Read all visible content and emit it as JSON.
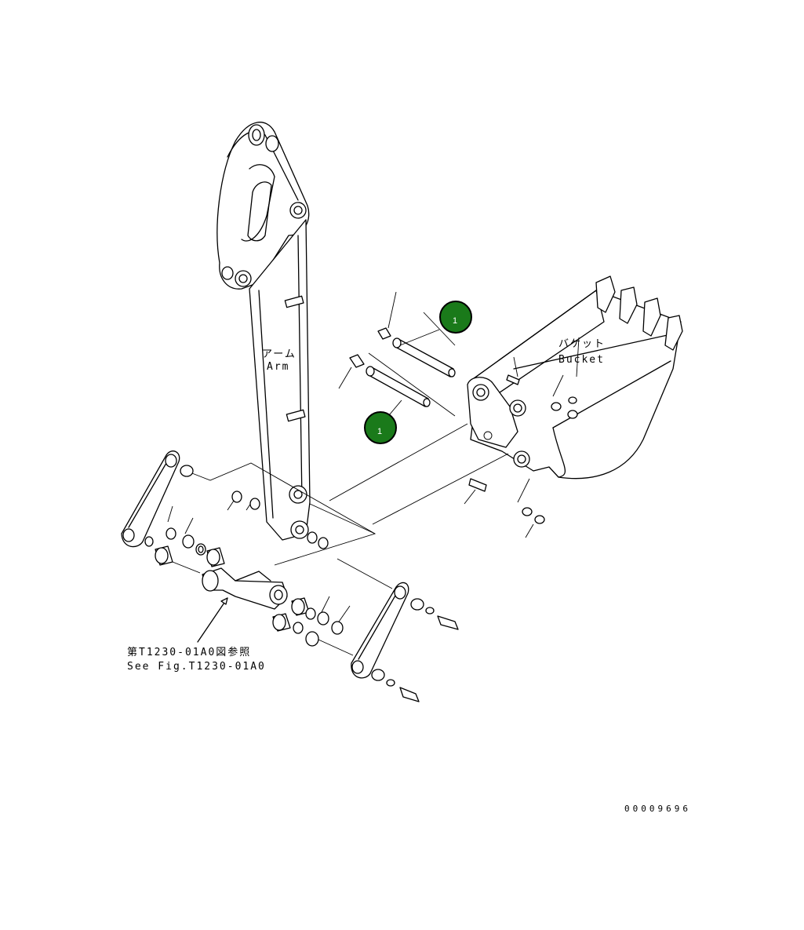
{
  "labels": {
    "arm_jp": "アーム",
    "arm_en": "Arm",
    "bucket_jp": "バケット",
    "bucket_en": "Bucket",
    "ref_jp": "第T1230-01A0図参照",
    "ref_en": "See Fig.T1230-01A0",
    "drawing_code": "00009696"
  },
  "markers": [
    {
      "label": "1",
      "color": "#1a7a1a"
    },
    {
      "label": "1",
      "color": "#1a7a1a"
    }
  ]
}
